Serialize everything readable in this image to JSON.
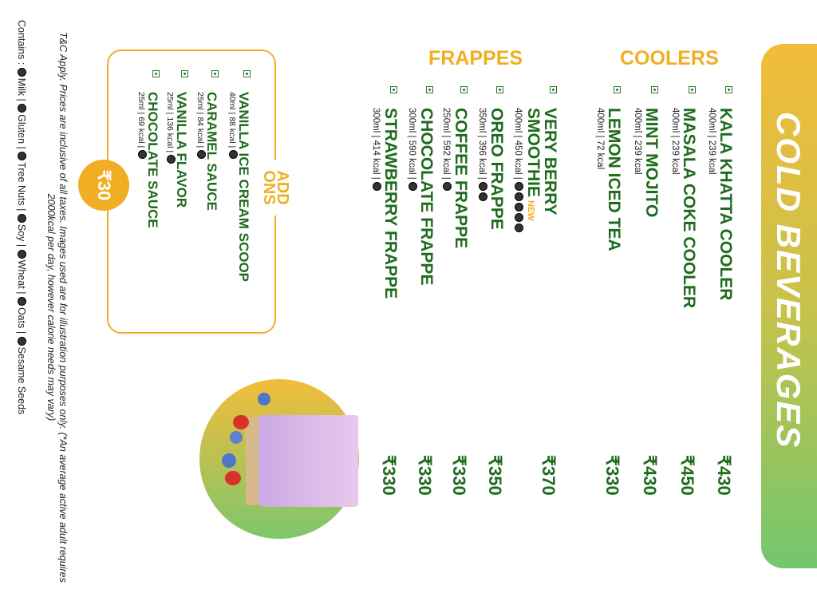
{
  "header": {
    "title": "COLD BEVERAGES"
  },
  "coolers": {
    "title": "COOLERS",
    "items": [
      {
        "name": "KALA KHATTA COOLER",
        "info": "400ml | 239 kcal",
        "price": "₹430"
      },
      {
        "name": "MASALA COKE COOLER",
        "info": "400ml | 239 kcal",
        "price": "₹450"
      },
      {
        "name": "MINT MOJITO",
        "info": "400ml | 239 kcal",
        "price": "₹430"
      },
      {
        "name": "LEMON ICED TEA",
        "info": "400ml | 72 kcal",
        "price": "₹330"
      }
    ]
  },
  "frappes": {
    "title": "FRAPPES",
    "items": [
      {
        "name": "VERY BERRY",
        "name2": "SMOOTHIE",
        "badge": "NEW",
        "info": "400ml | 450 kcal |",
        "price": "₹370"
      },
      {
        "name": "OREO FRAPPE",
        "info": "350ml | 396 kcal |",
        "price": "₹350"
      },
      {
        "name": "COFFEE FRAPPE",
        "info": "250ml | 592 kcal |",
        "price": "₹330"
      },
      {
        "name": "CHOCOLATE FRAPPE",
        "info": "300ml | 590 kcal |",
        "price": "₹330"
      },
      {
        "name": "STRAWBERRY FRAPPE",
        "info": "300ml | 414 kcal |",
        "price": "₹330"
      }
    ]
  },
  "addons": {
    "title1": "ADD",
    "title2": "ONS",
    "price": "₹30",
    "items": [
      {
        "name": "VANILLA ICE CREAM SCOOP",
        "info": "40ml | 88 kcal |"
      },
      {
        "name": "CARAMEL SAUCE",
        "info": "25ml | 84 kcal |"
      },
      {
        "name": "VANILLA FLAVOR",
        "info": "25ml | 136 kcal |"
      },
      {
        "name": "CHOCOLATE SAUCE",
        "info": "25ml | 69 kcal |"
      }
    ]
  },
  "footer": {
    "tc": "T&C Apply. Prices are inclusive of all taxes. Images used are for illustration purposes only. (*An average active adult requires 2000kcal per day, however calorie needs may vary)",
    "contains": "Contains :",
    "allergens": [
      "Milk",
      "Gluten",
      "Tree Nuts",
      "Soy",
      "Wheat",
      "Oats",
      "Sesame Seeds"
    ]
  }
}
